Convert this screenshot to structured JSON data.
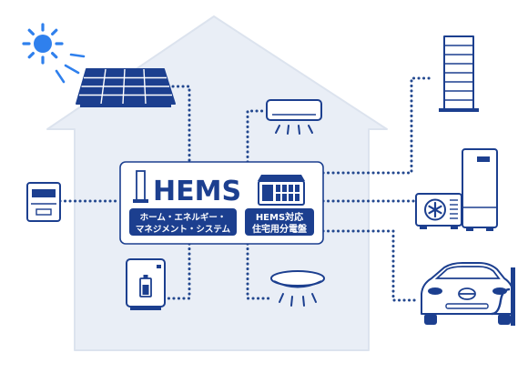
{
  "hems": {
    "title": "HEMS",
    "subtitle_line1": "ホーム・エネルギー・",
    "subtitle_line2": "マネジメント・システム"
  },
  "panel": {
    "label_line1": "HEMS対応",
    "label_line2": "住宅用分電盤"
  },
  "colors": {
    "house": "#e9eef6",
    "house_outline": "#d8e0ec",
    "accent": "#1c3f8f",
    "sun": "#2f80ed"
  },
  "icons": [
    "sun-icon",
    "solar-panel-icon",
    "air-conditioner-icon",
    "smart-meter-icon",
    "storage-battery-icon",
    "ceiling-light-icon",
    "apartment-building-icon",
    "heat-pump-water-heater-icon",
    "electric-vehicle-icon",
    "ev-charger-icon",
    "distribution-board-icon",
    "hems-controller-icon"
  ]
}
